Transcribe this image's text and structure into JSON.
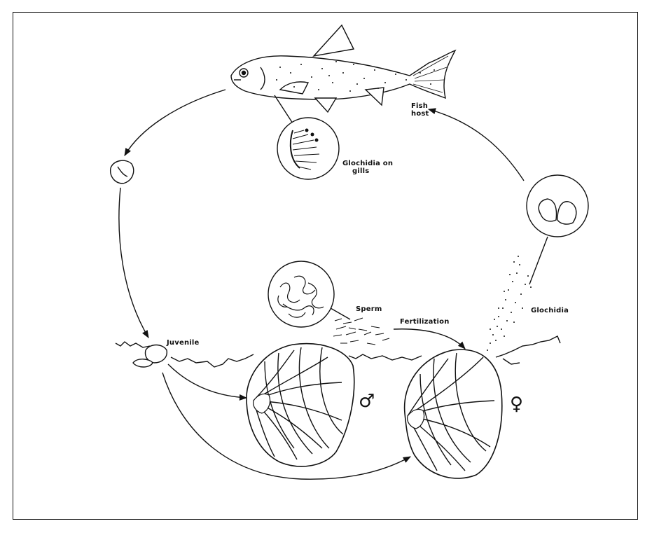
{
  "labels": {
    "fish_host": [
      "Fish",
      "host"
    ],
    "glochidia_on_gills": [
      "Glochidia on",
      "gills"
    ],
    "glochidia": "Glochidia",
    "sperm": "Sperm",
    "fertilization": "Fertilization",
    "juvenile": "Juvenile"
  },
  "symbols": {
    "male": "♂",
    "female": "♀"
  },
  "colors": {
    "ink": "#111111",
    "paper": "#ffffff"
  }
}
